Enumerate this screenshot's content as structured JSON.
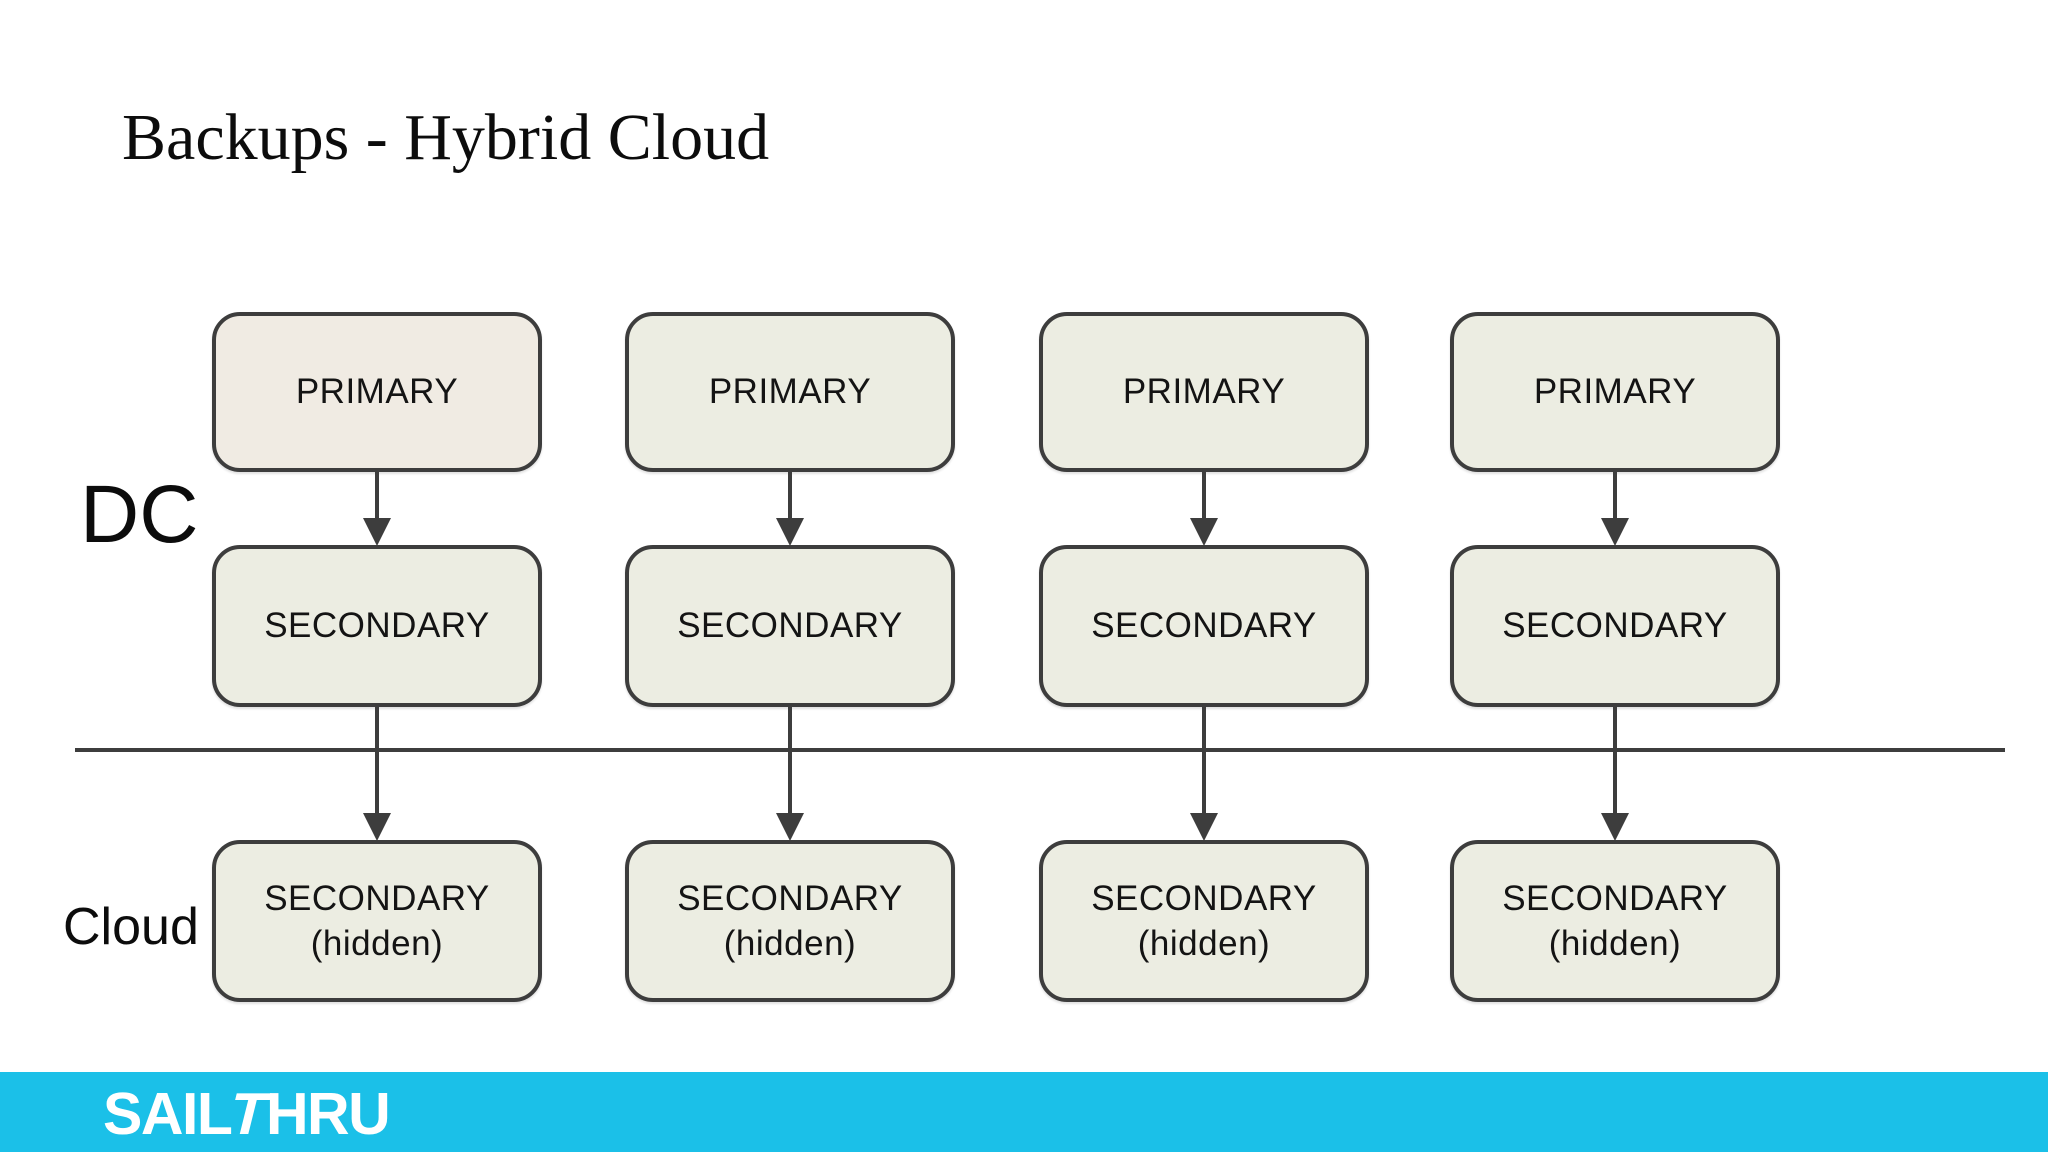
{
  "slide": {
    "title": "Backups - Hybrid Cloud",
    "dc_label": "DC",
    "cloud_label": "Cloud"
  },
  "diagram": {
    "columns": [
      {
        "primary": "PRIMARY",
        "secondary": "SECONDARY",
        "cloud_line1": "SECONDARY",
        "cloud_line2": "(hidden)"
      },
      {
        "primary": "PRIMARY",
        "secondary": "SECONDARY",
        "cloud_line1": "SECONDARY",
        "cloud_line2": "(hidden)"
      },
      {
        "primary": "PRIMARY",
        "secondary": "SECONDARY",
        "cloud_line1": "SECONDARY",
        "cloud_line2": "(hidden)"
      },
      {
        "primary": "PRIMARY",
        "secondary": "SECONDARY",
        "cloud_line1": "SECONDARY",
        "cloud_line2": "(hidden)"
      }
    ]
  },
  "footer": {
    "logo_sail": "SAIL",
    "logo_t": "T",
    "logo_hru": "HRU"
  },
  "colors": {
    "accent_cyan": "#1bc0e8",
    "box_fill": "#ecede2",
    "box_fill_first": "#f0ebe3",
    "box_border": "#3d3d3d",
    "line": "#3d3d3d",
    "text": "#141414",
    "logo_text": "#ffffff"
  }
}
